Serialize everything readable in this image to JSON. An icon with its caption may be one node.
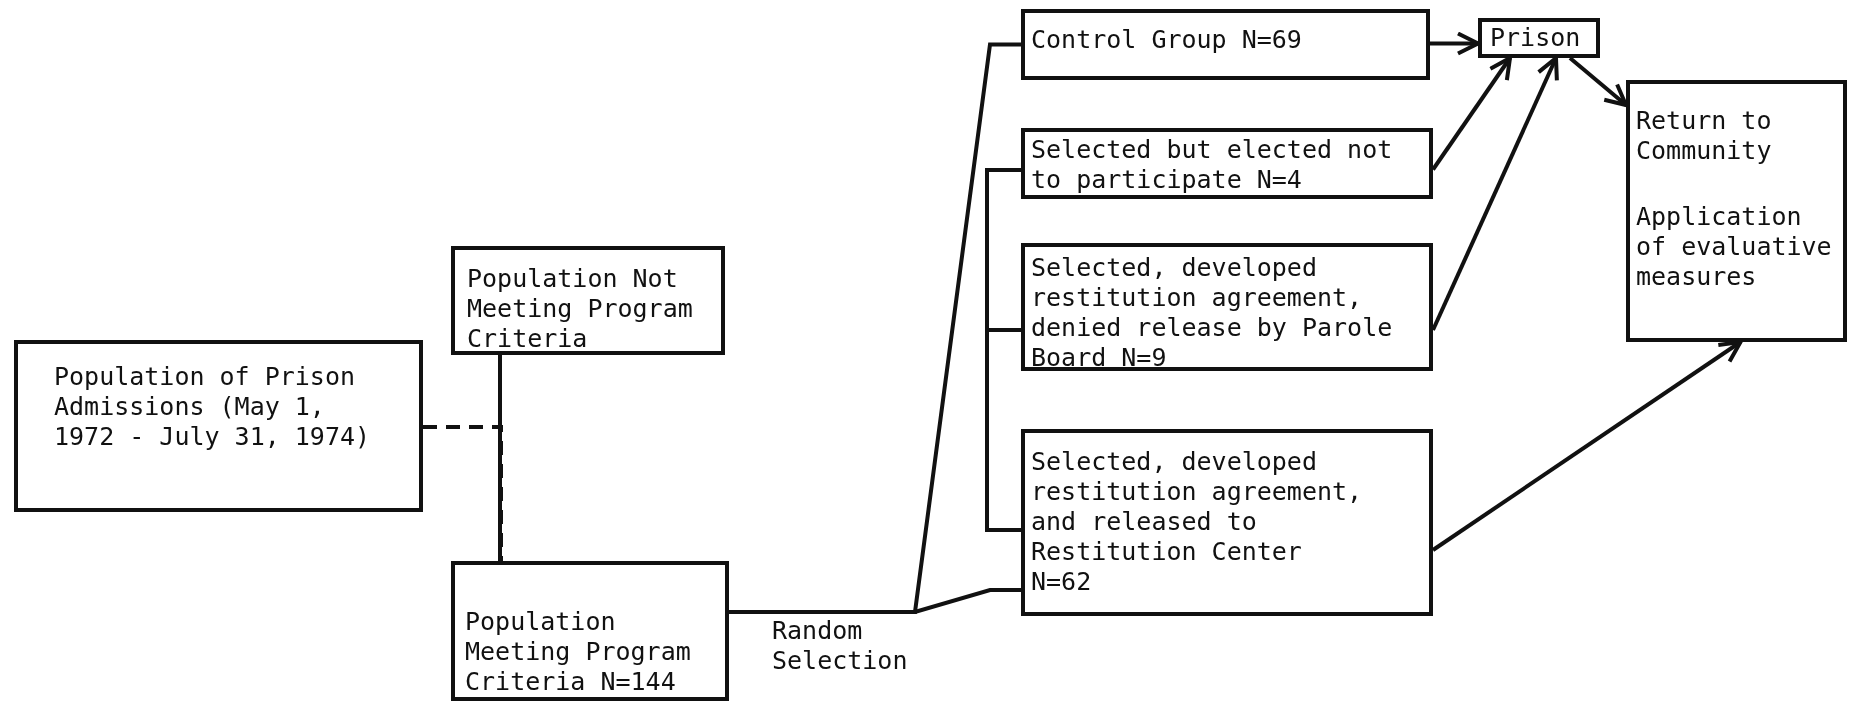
{
  "diagram": {
    "nodes": [
      {
        "text": [
          "Population of Prison Admissions (May 1, 1972 - July 31, 1974)"
        ]
      },
      {
        "text": [
          "Population Not Meeting Program Criteria"
        ]
      },
      {
        "text": [
          "Population Meeting Program Criteria N=144"
        ]
      },
      {
        "text": [
          "Control Group N=69"
        ]
      },
      {
        "text": [
          "Selected but elected not to participate N=4"
        ]
      },
      {
        "text": [
          "Selected, developed restitution agreement, denied release by Parole Board N=9"
        ]
      },
      {
        "text": [
          "Selected, developed restitution agreement, and released to Restitution Center N=62"
        ]
      },
      {
        "text": [
          "Prison"
        ]
      },
      {
        "text": [
          "Return to Community",
          "Application of evaluative measures"
        ]
      }
    ],
    "edges": [
      {
        "from": 0,
        "to": 2,
        "arrow": "none",
        "style": "dashed"
      },
      {
        "from": 1,
        "to": 2,
        "arrow": "none"
      },
      {
        "from": 2,
        "to": 3,
        "arrow": "none",
        "label": "Random Selection"
      },
      {
        "from": 2,
        "to": 6,
        "arrow": "none"
      },
      {
        "from": 6,
        "to": 4,
        "arrow": "none"
      },
      {
        "from": 6,
        "to": 5,
        "arrow": "none"
      },
      {
        "from": 3,
        "to": 7,
        "arrow": "to"
      },
      {
        "from": 4,
        "to": 7,
        "arrow": "to"
      },
      {
        "from": 5,
        "to": 7,
        "arrow": "to"
      },
      {
        "from": 7,
        "to": 8,
        "arrow": "to"
      },
      {
        "from": 6,
        "to": 8,
        "arrow": "to"
      }
    ]
  }
}
